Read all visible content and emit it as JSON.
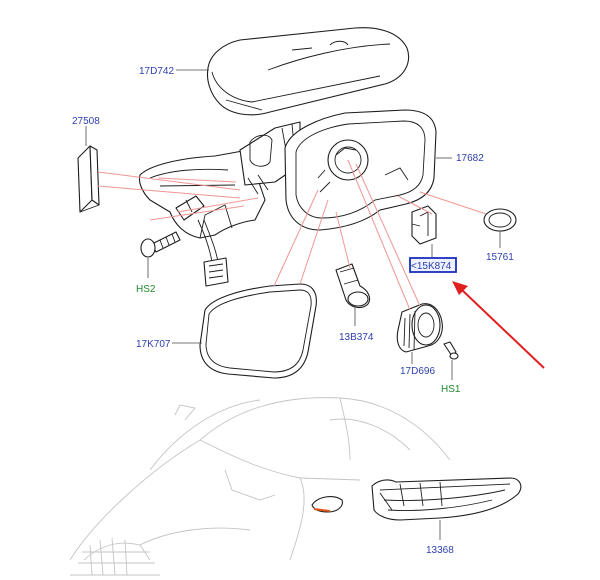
{
  "diagram": {
    "labels": {
      "mirror_cover": "17D742",
      "cover_insert": "27508",
      "mirror_housing": "17682",
      "screw": "HS2",
      "mirror_glass": "17K707",
      "clip": "13B374",
      "selected_part": "<15K874",
      "cap": "15761",
      "motor": "17D696",
      "bolt": "HS1",
      "indicator_lamp": "13368"
    },
    "colors": {
      "part_number": "#2d3fb0",
      "hardware": "#1f8a2c",
      "highlight_box": "#1a2fc0",
      "arrow": "#e02020",
      "leader_red": "#f09595"
    }
  }
}
